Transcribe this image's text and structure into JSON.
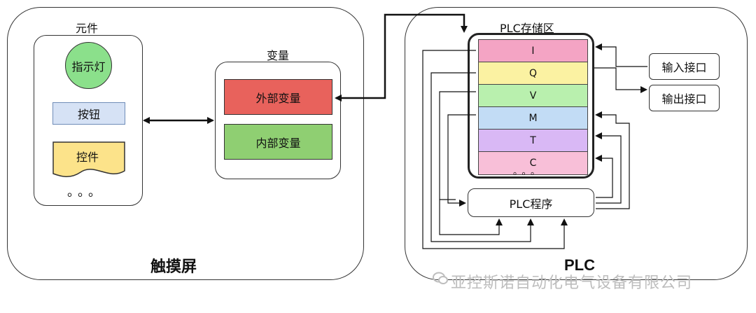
{
  "hmi": {
    "title": "触摸屏",
    "components": {
      "label": "元件",
      "lamp": "指示灯",
      "button": "按钮",
      "widget": "控件",
      "more": "。。。"
    },
    "variables": {
      "label": "变量",
      "external": "外部变量",
      "internal": "内部变量"
    }
  },
  "plc": {
    "title": "PLC",
    "memory": {
      "label": "PLC存储区",
      "rows": [
        {
          "name": "I",
          "color": "#f4a4c4"
        },
        {
          "name": "Q",
          "color": "#fbf2a2"
        },
        {
          "name": "V",
          "color": "#b9f0ae"
        },
        {
          "name": "M",
          "color": "#c2dcf5"
        },
        {
          "name": "T",
          "color": "#d9b8f5"
        },
        {
          "name": "C",
          "color": "#f8bfd8"
        }
      ],
      "more": "。。。"
    },
    "input_interface": "输入接口",
    "output_interface": "输出接口",
    "program": "PLC程序"
  },
  "watermark": "亚控斯诺自动化电气设备有限公司",
  "colors": {
    "lamp": "#8be08b",
    "button": "#d6e2f5",
    "widget": "#fce38a",
    "external_var": "#e8625c",
    "internal_var": "#8fcf72"
  }
}
